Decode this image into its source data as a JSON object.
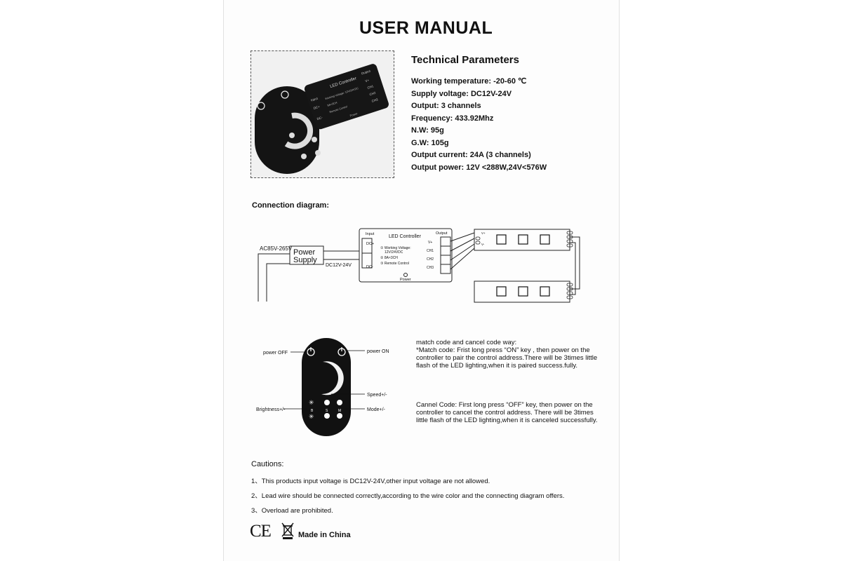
{
  "manual_title": "USER MANUAL",
  "tech": {
    "heading": "Technical Parameters",
    "items": [
      "Working temperature: -20-60 ℃",
      "Supply voltage: DC12V-24V",
      "Output: 3 channels",
      "Frequency: 433.92Mhz",
      "N.W: 95g",
      "G.W: 105g",
      "Output current: 24A (3 channels)",
      "Output power: 12V <288W,24V<576W"
    ]
  },
  "photo": {
    "controller_label": "LED Controller",
    "input": "Input",
    "output": "Output",
    "dc_plus": "DC+",
    "dc_minus": "DC-",
    "v_plus": "V+",
    "ch1": "CH1",
    "ch2": "CH2",
    "ch3": "CH3",
    "spec1": "Working Voltage: 12V/24VDC",
    "spec2": "8A×3CH",
    "spec3": "Remote Control",
    "power": "Power"
  },
  "connection": {
    "heading": "Connection diagram:",
    "ac": "AC85V-265V",
    "psu_line1": "Power",
    "psu_line2": "Supply",
    "dc": "DC12V-24V",
    "input": "Input",
    "dc_plus": "DC+",
    "dc_minus": "DC-",
    "controller": "LED Controller",
    "spec1": "① Working Voltage:",
    "spec1b": "12V/24VDC",
    "spec2": "② 8A×3CH",
    "spec3": "③ Remote Control",
    "output": "Output",
    "v_plus": "V+",
    "ch1": "CH1",
    "ch2": "CH2",
    "ch3": "CH3",
    "power": "Power",
    "strip_v": "V+",
    "strip_vm": "V-"
  },
  "remote": {
    "power_off": "power OFF",
    "power_on": "power ON",
    "speed": "Speed+/-",
    "brightness": "Brightness+/-",
    "mode": "Mode+/-",
    "key_b": "B",
    "key_s": "S",
    "key_m": "M"
  },
  "codes": {
    "intro": "match code and cancel code way:",
    "match": [
      "*Match code: Frist long press “ON” key , then power on the",
      "controller to pair the control address.There will be 3times little",
      "flash of the LED lighting,when it is paired success.fully."
    ],
    "cancel": [
      "Cannel Code: First long press “OFF” key, then power on the",
      "controller to cancel the control address. There will be 3times",
      "little flash of the LED lighting,when it is canceled successfully."
    ]
  },
  "cautions": {
    "heading": "Cautions:",
    "items": [
      "1、This products input voltage is DC12V-24V,other input voltage are not allowed.",
      "2、Lead wire should be connected correctly,according to the wire color and the connecting diagram offers.",
      "3、Overload are prohibited."
    ]
  },
  "footer": {
    "ce": "CE",
    "made": "Made in China"
  }
}
